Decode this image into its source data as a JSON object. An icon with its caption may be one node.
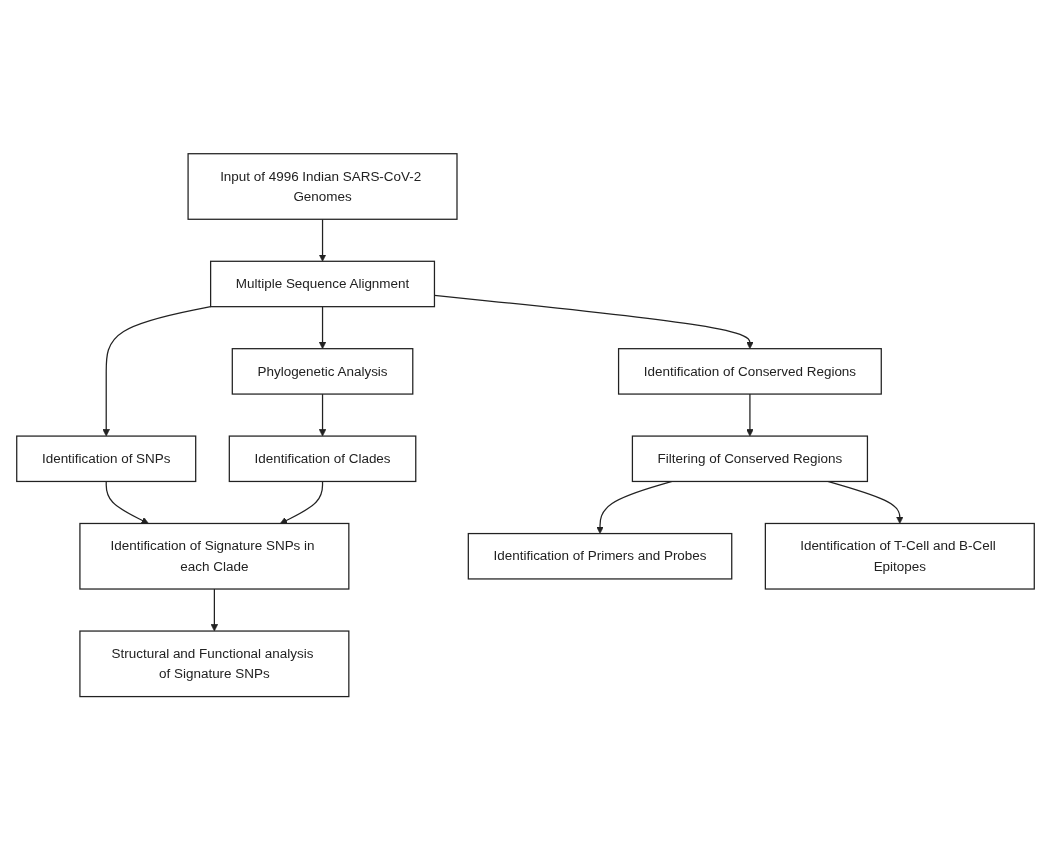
{
  "diagram": {
    "nodes": [
      {
        "text": [
          "Input of 4996 Indian SARS-CoV-2 Genomes"
        ]
      },
      {
        "text": [
          "Multiple Sequence Alignment"
        ]
      },
      {
        "text": [
          "Phylogenetic Analysis"
        ]
      },
      {
        "text": [
          "Identification of SNPs"
        ]
      },
      {
        "text": [
          "Identification of Conserved Regions"
        ]
      },
      {
        "text": [
          "Identification of Clades"
        ]
      },
      {
        "text": [
          "Identification of Signature SNPs in each Clade"
        ]
      },
      {
        "text": [
          "Filtering of Conserved Regions"
        ]
      },
      {
        "text": [
          "Structural and Functional analysis of Signature SNPs"
        ]
      },
      {
        "text": [
          "Identification of Primers and Probes"
        ]
      },
      {
        "text": [
          "Identification of T-Cell and B-Cell Epitopes"
        ]
      }
    ],
    "edges": [
      {
        "from": 0,
        "to": 1,
        "arrow": "to"
      },
      {
        "from": 1,
        "to": 2,
        "arrow": "to"
      },
      {
        "from": 1,
        "to": 3,
        "arrow": "to"
      },
      {
        "from": 1,
        "to": 4,
        "arrow": "to"
      },
      {
        "from": 2,
        "to": 5,
        "arrow": "to"
      },
      {
        "from": 3,
        "to": 6,
        "arrow": "to"
      },
      {
        "from": 4,
        "to": 7,
        "arrow": "to"
      },
      {
        "from": 5,
        "to": 6,
        "arrow": "to"
      },
      {
        "from": 6,
        "to": 8,
        "arrow": "to"
      },
      {
        "from": 7,
        "to": 9,
        "arrow": "to"
      },
      {
        "from": 7,
        "to": 10,
        "arrow": "to"
      }
    ]
  }
}
